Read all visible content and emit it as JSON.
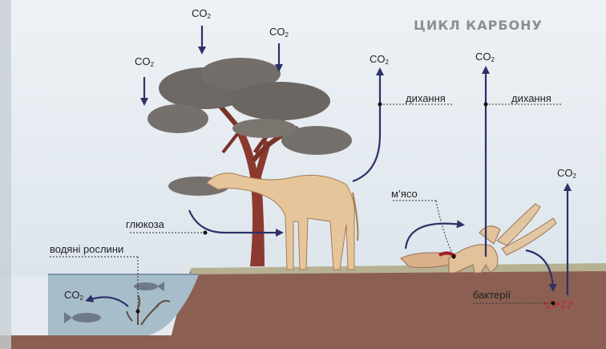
{
  "title": "ЦИКЛ КАРБОНУ",
  "co2": {
    "base": "CO",
    "sub": "2"
  },
  "labels": {
    "respiration_left": "дихання",
    "respiration_right": "дихання",
    "glucose": "глюкоза",
    "water_plants": "водяні рослини",
    "meat": "м’ясо",
    "bacteria": "бактерії"
  },
  "colors": {
    "arrow": "#2d3167",
    "sky": "#e6ecf1",
    "ground": "#8a5e50",
    "water": "#a9bfcc",
    "foliage": "#6f6a66",
    "trunk": "#8c3a2f",
    "giraffe": "#e8c79a",
    "title": "#8a8f96"
  }
}
